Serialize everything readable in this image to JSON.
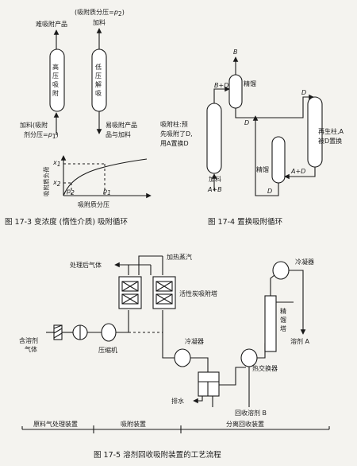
{
  "fig3": {
    "top_left_label": "难吸附产品",
    "top_right_label1": "(吸附质分压=",
    "top_right_label1_sub": "p",
    "top_right_label1_sub2": "2",
    "top_right_label1_end": ")",
    "top_right_label2": "加料",
    "left_col": [
      "高",
      "压",
      "吸",
      "附"
    ],
    "right_col": [
      "低",
      "压",
      "解",
      "吸"
    ],
    "bottom_left1": "加料(吸附",
    "bottom_left2": "剂分压=",
    "bottom_left2_p": "p",
    "bottom_left2_sub": "1",
    "bottom_left2_end": ")",
    "bottom_right1": "易吸附产品",
    "bottom_right2": "品与加料",
    "ylabel": "吸附质负荷",
    "xlabel": "吸附质分压",
    "x1_label": "x",
    "x1_sub": "1",
    "x2_label": "x",
    "x2_sub": "2",
    "p2_label": "p",
    "p2_sub": "2",
    "p1_label": "p",
    "p1_sub": "1",
    "caption": "图 17-3   变浓度 (惰性介质) 吸附循环"
  },
  "fig4": {
    "B_top": "B",
    "BD": "B+D",
    "rect_label": "精馏",
    "D_right": "D",
    "D_mid": "D",
    "left_label1": "吸附柱:预",
    "left_label2": "先吸附了D,",
    "left_label3": "用A置换D",
    "feed1": "加料",
    "feed2": "A+B",
    "rect2_label": "精馏",
    "AD": "A+D",
    "regen1": "再生柱,A",
    "regen2": "被D置换",
    "D_bottom": "D",
    "caption": "图 17-4   置换吸附循环"
  },
  "fig5": {
    "heat_steam": "加热蒸汽",
    "treated_gas": "处理后气体",
    "carbon_tower": "活性炭吸附塔",
    "condenser_top": "冷凝器",
    "rect_tower1": "精",
    "rect_tower2": "馏",
    "rect_tower3": "塔",
    "solvent_a": "溶剂 A",
    "feed_gas1": "含溶剂",
    "feed_gas2": "气体",
    "compressor": "压缩机",
    "condenser_mid": "冷凝器",
    "heat_exchanger": "热交换器",
    "drain": "排水",
    "recovered_b": "回收溶剂 B",
    "sect1": "原料气处理装置",
    "sect2": "吸附装置",
    "sect3": "分离回收装置",
    "caption": "图 17-5   溶剂回收吸附装置的工艺流程"
  }
}
